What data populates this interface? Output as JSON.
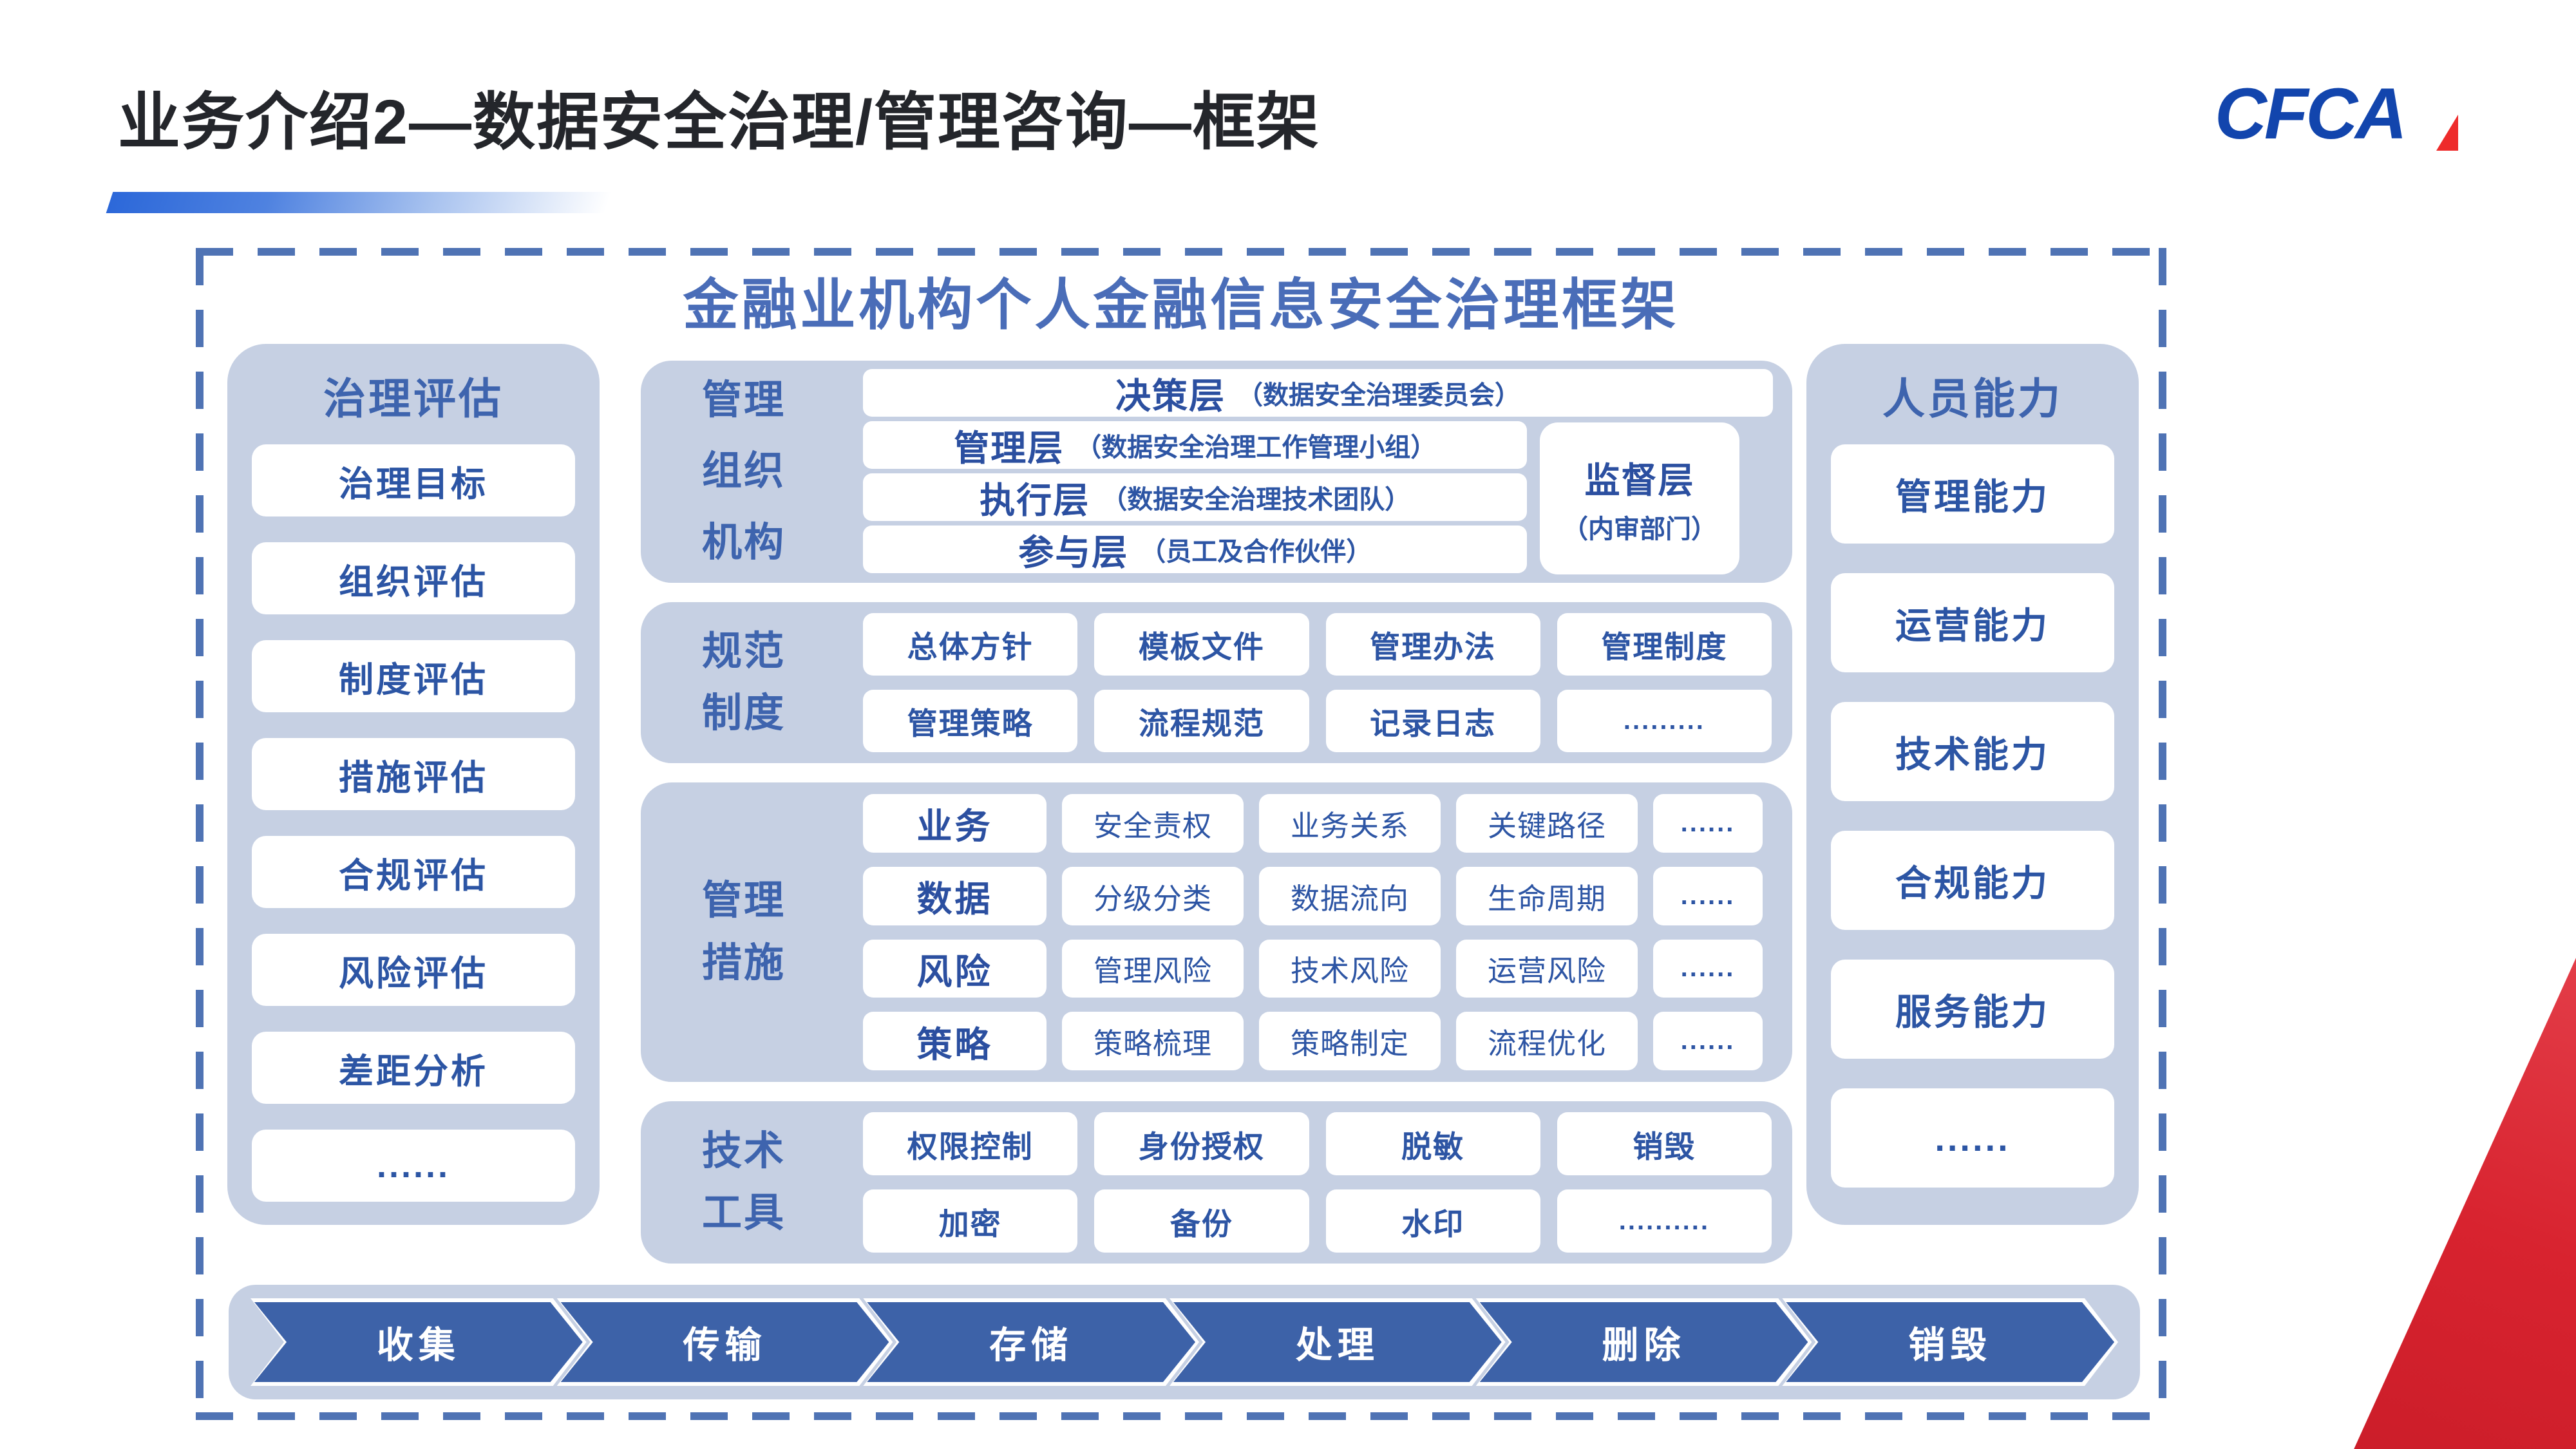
{
  "header": {
    "title": "业务介绍2—数据安全治理/管理咨询—框架",
    "logo_text": "CFCA"
  },
  "frame": {
    "title": "金融业机构个人金融信息安全治理框架"
  },
  "left_column": {
    "header": "治理评估",
    "items": [
      "治理目标",
      "组织评估",
      "制度评估",
      "措施评估",
      "合规评估",
      "风险评估",
      "差距分析",
      "......"
    ]
  },
  "right_column": {
    "header": "人员能力",
    "items": [
      "管理能力",
      "运营能力",
      "技术能力",
      "合规能力",
      "服务能力",
      "......"
    ]
  },
  "org_panel": {
    "label_lines": [
      "管理",
      "组织",
      "机构"
    ],
    "rows": [
      {
        "main": "决策层",
        "sub": "（数据安全治理委员会）"
      },
      {
        "main": "管理层",
        "sub": "（数据安全治理工作管理小组）"
      },
      {
        "main": "执行层",
        "sub": "（数据安全治理技术团队）"
      },
      {
        "main": "参与层",
        "sub": "（员工及合作伙伴）"
      }
    ],
    "supervisor": {
      "main": "监督层",
      "sub": "（内审部门）"
    }
  },
  "policy_panel": {
    "label_lines": [
      "规范",
      "制度"
    ],
    "rows": [
      [
        "总体方针",
        "模板文件",
        "管理办法",
        "管理制度"
      ],
      [
        "管理策略",
        "流程规范",
        "记录日志",
        "........."
      ]
    ]
  },
  "measures_panel": {
    "label_lines": [
      "管理",
      "措施"
    ],
    "rows": [
      {
        "category": "业务",
        "items": [
          "安全责权",
          "业务关系",
          "关键路径",
          "......"
        ]
      },
      {
        "category": "数据",
        "items": [
          "分级分类",
          "数据流向",
          "生命周期",
          "......"
        ]
      },
      {
        "category": "风险",
        "items": [
          "管理风险",
          "技术风险",
          "运营风险",
          "......"
        ]
      },
      {
        "category": "策略",
        "items": [
          "策略梳理",
          "策略制定",
          "流程优化",
          "......"
        ]
      }
    ]
  },
  "tools_panel": {
    "label_lines": [
      "技术",
      "工具"
    ],
    "rows": [
      [
        "权限控制",
        "身份授权",
        "脱敏",
        "销毁"
      ],
      [
        "加密",
        "备份",
        "水印",
        ".........."
      ]
    ]
  },
  "flow": {
    "steps": [
      "收集",
      "传输",
      "存储",
      "处理",
      "删除",
      "销毁"
    ]
  },
  "colors": {
    "panel_blue": "#c6d0e3",
    "item_text_blue": "#2d55a4",
    "header_blue": "#3e64ae",
    "frame_title_blue": "#4a6db8",
    "arrow_blue": "#3d62a8",
    "dashed_border_blue": "#4f73b4",
    "logo_blue": "#1245ad",
    "logo_red": "#ee2b2b",
    "wedge_red": "#d8232f",
    "title_dark": "#24262b"
  }
}
